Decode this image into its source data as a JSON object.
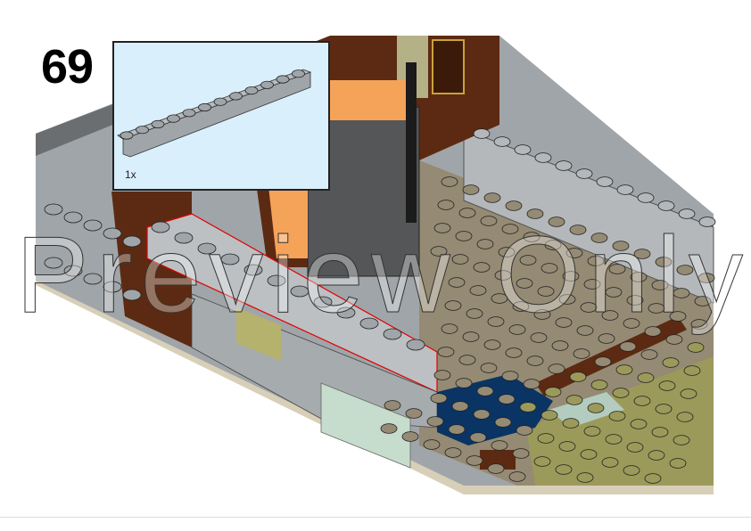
{
  "step": {
    "number": "69"
  },
  "parts_list": {
    "items": [
      {
        "part": "brick-1x12",
        "color": "#a0a5a9",
        "quantity": "1x"
      }
    ]
  },
  "watermark": {
    "text": "Preview Only"
  },
  "colors": {
    "light_gray": "#a0a5a9",
    "dark_gray": "#6b6e70",
    "tan": "#958a73",
    "reddish_brown": "#5c2a12",
    "olive": "#9b9a5a",
    "sand_green": "#a0bcac",
    "dark_blue": "#0a3463",
    "parts_bg": "#d9effc",
    "highlight": "#e00000"
  }
}
